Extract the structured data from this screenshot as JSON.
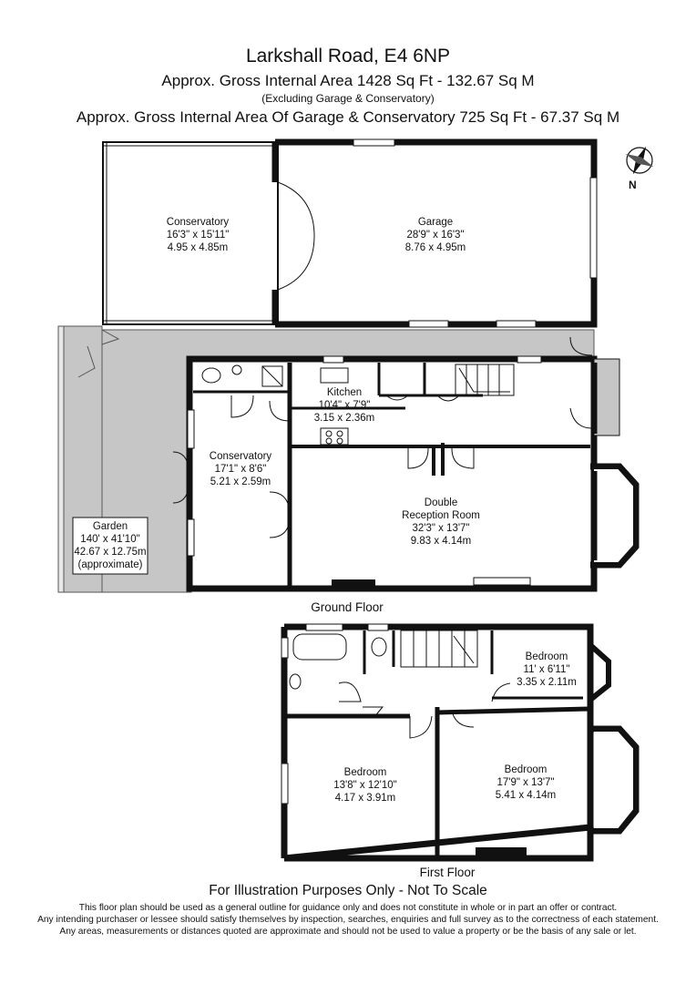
{
  "header": {
    "title": "Larkshall Road, E4 6NP",
    "area_main": "Approx. Gross Internal Area   1428 Sq Ft  -  132.67 Sq M",
    "area_note": "(Excluding Garage & Conservatory)",
    "area_garage": "Approx. Gross Internal Area Of Garage & Conservatory  725 Sq Ft  -  67.37 Sq M"
  },
  "compass": {
    "label": "N"
  },
  "ground_floor": {
    "label": "Ground Floor",
    "rooms": {
      "conservatory_top": {
        "name": "Conservatory",
        "imperial": "16'3\" x 15'11\"",
        "metric": "4.95 x 4.85m"
      },
      "garage": {
        "name": "Garage",
        "imperial": "28'9\" x 16'3\"",
        "metric": "8.76 x 4.95m"
      },
      "kitchen": {
        "name": "Kitchen",
        "imperial": "10'4\" x 7'9\"",
        "metric": "3.15 x 2.36m"
      },
      "conservatory_side": {
        "name": "Conservatory",
        "imperial": "17'1\" x 8'6\"",
        "metric": "5.21 x 2.59m"
      },
      "reception": {
        "name": "Double",
        "name2": "Reception Room",
        "imperial": "32'3\" x 13'7\"",
        "metric": "9.83 x 4.14m"
      },
      "garden": {
        "name": "Garden",
        "imperial": "140' x 41'10\"",
        "metric": "42.67 x 12.75m",
        "note": "(approximate)"
      }
    }
  },
  "first_floor": {
    "label": "First Floor",
    "rooms": {
      "bedroom_small": {
        "name": "Bedroom",
        "imperial": "11' x 6'11\"",
        "metric": "3.35 x 2.11m"
      },
      "bedroom_left": {
        "name": "Bedroom",
        "imperial": "13'8\" x 12'10\"",
        "metric": "4.17 x 3.91m"
      },
      "bedroom_right": {
        "name": "Bedroom",
        "imperial": "17'9\" x 13'7\"",
        "metric": "5.41 x 4.14m"
      }
    }
  },
  "footer": {
    "main": "For Illustration Purposes Only - Not To Scale",
    "disclaimer1": "This floor plan should be used as a general outline for guidance only and does not constitute in whole or in part an offer or contract.",
    "disclaimer2": "Any intending purchaser or lessee should satisfy themselves by inspection, searches, enquiries and full survey as to the correctness of each statement.",
    "disclaimer3": "Any areas, measurements or distances quoted are approximate and should not be used to value a property or be the basis of any sale or let."
  },
  "colors": {
    "wall": "#111111",
    "garden_fill": "#bfbfbf",
    "window": "#ffffff"
  }
}
